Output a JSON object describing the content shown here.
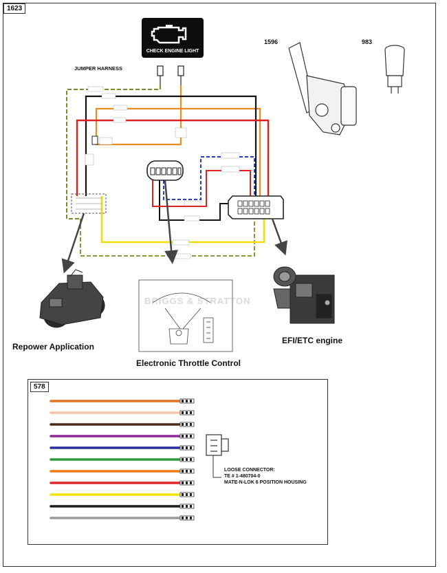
{
  "diagram": {
    "main_part_number": "1623",
    "check_engine_light_label": "CHECK ENGINE LIGHT",
    "jumper_harness_label": "JUMPER HARNESS",
    "part_1596": "1596",
    "part_983": "983",
    "captions": {
      "repower": "Repower Application",
      "etc": "Electronic Throttle Control",
      "efi": "EFI/ETC engine"
    },
    "watermark": "BRIGGS & STRATTON",
    "subpanel": {
      "part_number": "578",
      "connector_line1": "LOOSE CONNECTOR:",
      "connector_line2": "TE # 1-480704-0",
      "connector_line3": "MATE-N-LOK 6 POSITION HOUSING",
      "wire_colors": [
        "#e2701e",
        "#f2c3ad",
        "#4a2a1a",
        "#8e2a96",
        "#2b2f9e",
        "#2e9a3a",
        "#ef7d12",
        "#e0262a",
        "#f4e20a",
        "#1a1a1a",
        "#9a9a9a"
      ]
    }
  }
}
